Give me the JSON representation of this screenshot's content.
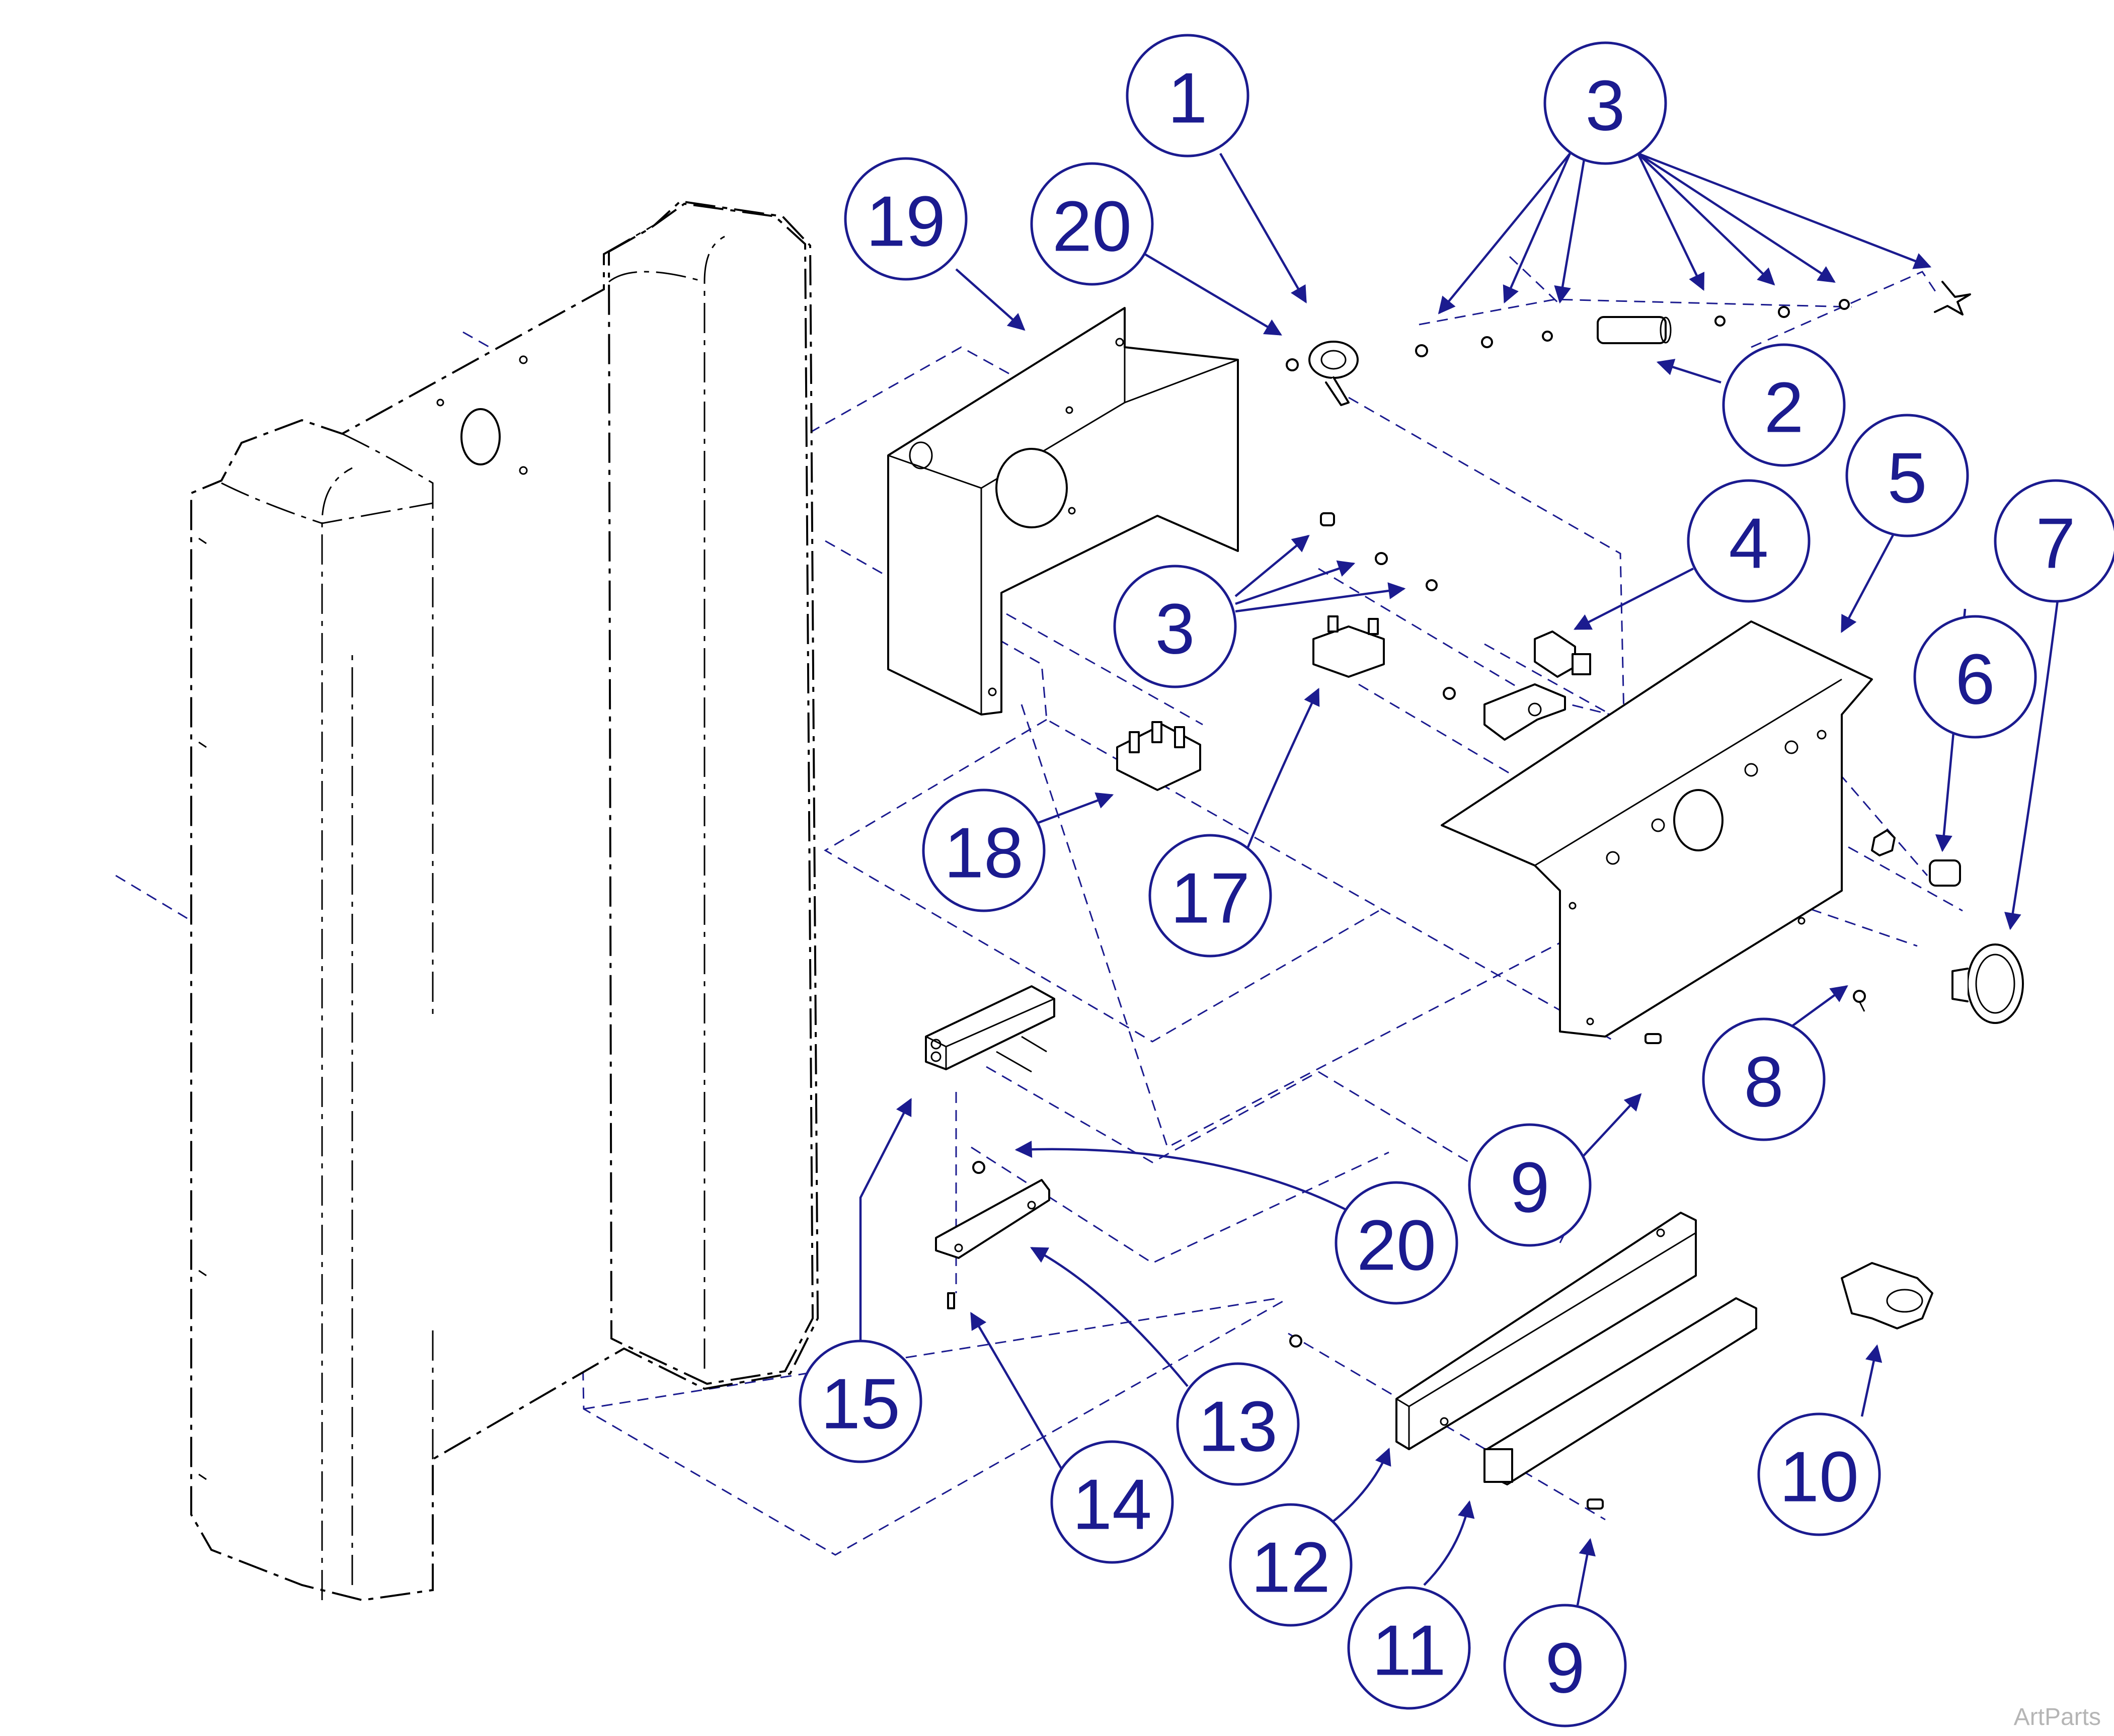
{
  "callouts": [
    {
      "label": "1"
    },
    {
      "label": "3"
    },
    {
      "label": "19"
    },
    {
      "label": "20"
    },
    {
      "label": "2"
    },
    {
      "label": "5"
    },
    {
      "label": "7"
    },
    {
      "label": "4"
    },
    {
      "label": "3"
    },
    {
      "label": "6"
    },
    {
      "label": "18"
    },
    {
      "label": "17"
    },
    {
      "label": "8"
    },
    {
      "label": "9"
    },
    {
      "label": "20"
    },
    {
      "label": "15"
    },
    {
      "label": "13"
    },
    {
      "label": "10"
    },
    {
      "label": "14"
    },
    {
      "label": "12"
    },
    {
      "label": "11"
    },
    {
      "label": "9"
    }
  ],
  "colors": {
    "callout": "#1b1b8f",
    "parts": "#000000",
    "watermark": "#b5b5b5"
  },
  "watermark": "ArtParts"
}
